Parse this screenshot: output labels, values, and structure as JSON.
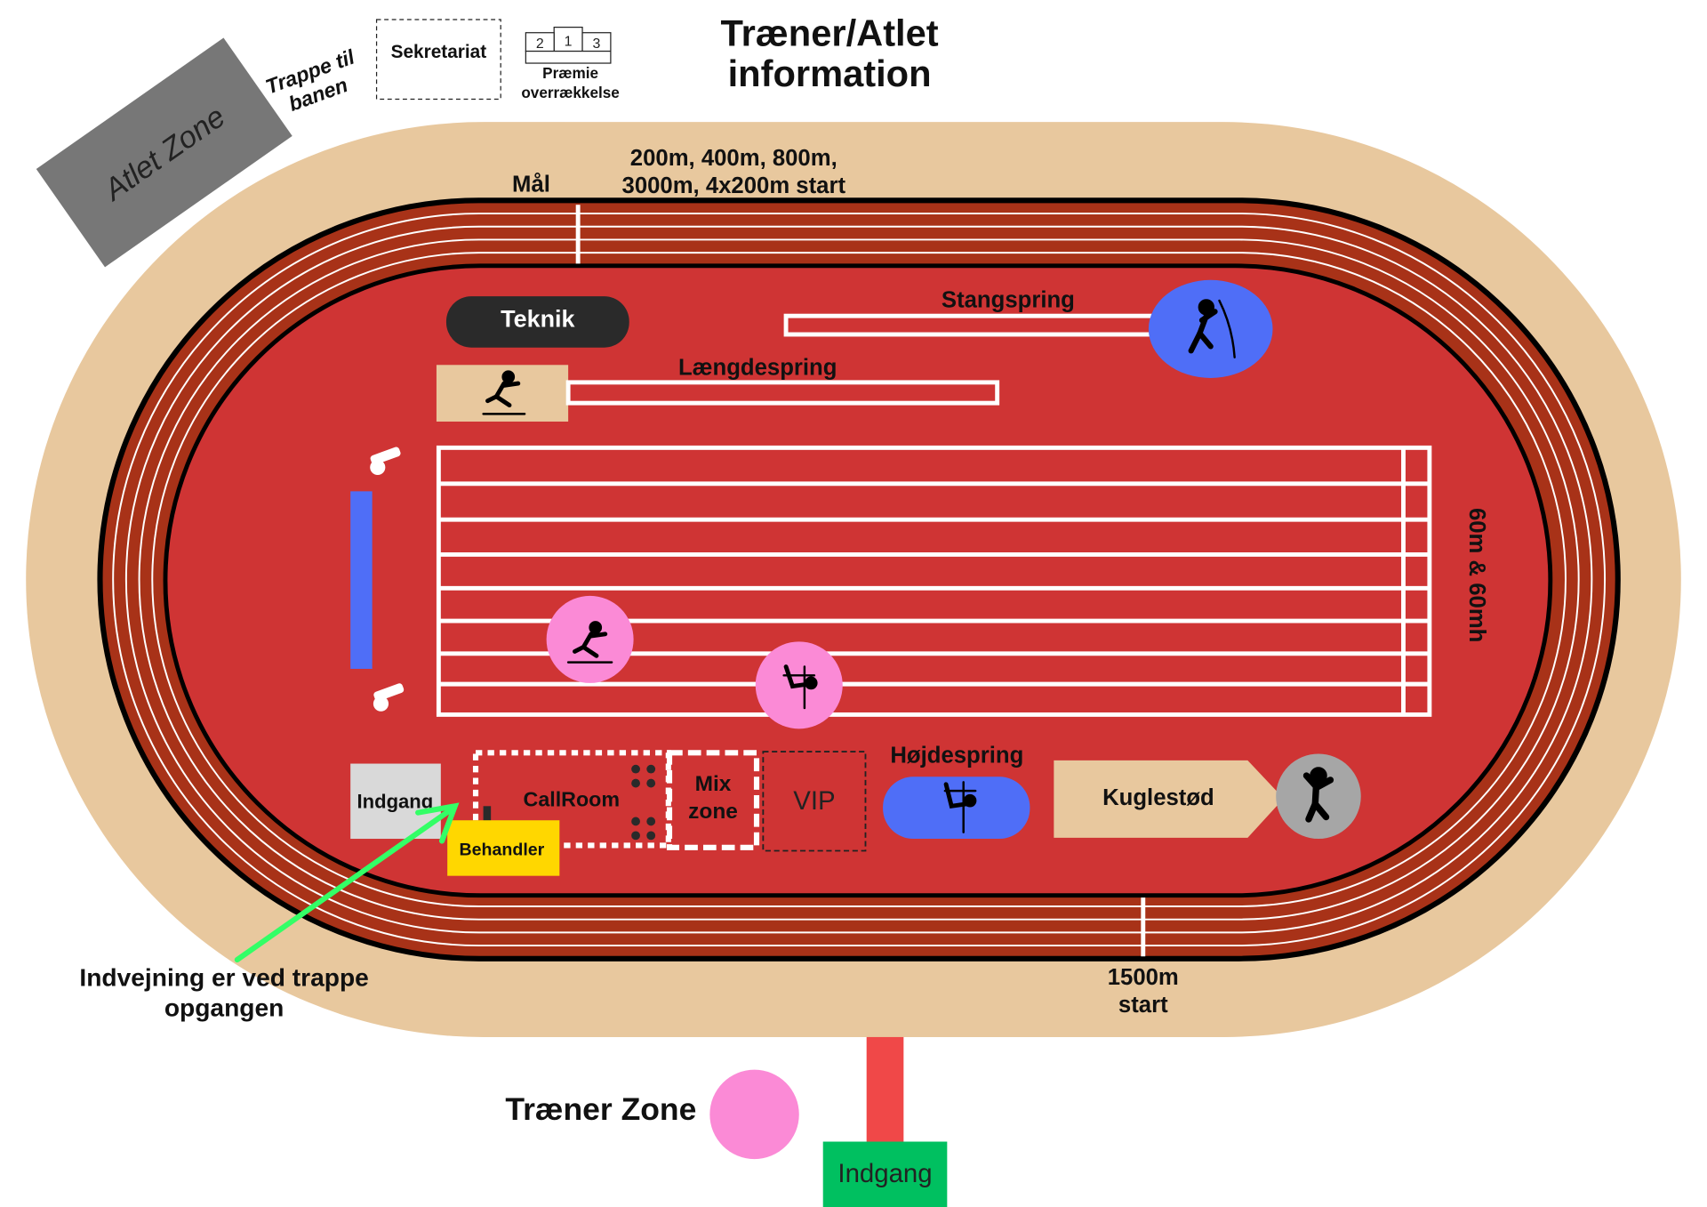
{
  "title": [
    "Træner/Atlet",
    "information"
  ],
  "top": {
    "atlet_zone": "Atlet Zone",
    "trappe": [
      "Trappe til",
      "banen"
    ],
    "sekretariat": "Sekretariat",
    "podium": [
      "2",
      "1",
      "3"
    ],
    "praemie": [
      "Præmie",
      "overrækkelse"
    ]
  },
  "track": {
    "maal": "Mål",
    "start_top": [
      "200m, 400m, 800m,",
      "3000m, 4x200m start"
    ],
    "start_1500": [
      "1500m",
      "start"
    ],
    "sprint": "60m & 60mh"
  },
  "field": {
    "teknik": "Teknik",
    "stangspring": "Stangspring",
    "laengdespring": "Længdespring",
    "hoejdespring": "Højdespring",
    "kuglestoed": "Kuglestød",
    "indgang_inner": "Indgang",
    "callroom": "CallRoom",
    "mixzone": [
      "Mix",
      "zone"
    ],
    "vip": "VIP",
    "behandler": "Behandler"
  },
  "bottom": {
    "indvejning": [
      "Indvejning er ved trappe",
      "opgangen"
    ],
    "traener_zone": "Træner Zone",
    "indgang": "Indgang"
  },
  "colors": {
    "infield": "#cf3434",
    "lanes": "#a83218",
    "apron": "#e8c89e",
    "blue": "#4f6ef7",
    "pink": "#fb8ad6",
    "green": "#00c060",
    "arrow": "#33ff66",
    "yellow": "#ffd700"
  }
}
